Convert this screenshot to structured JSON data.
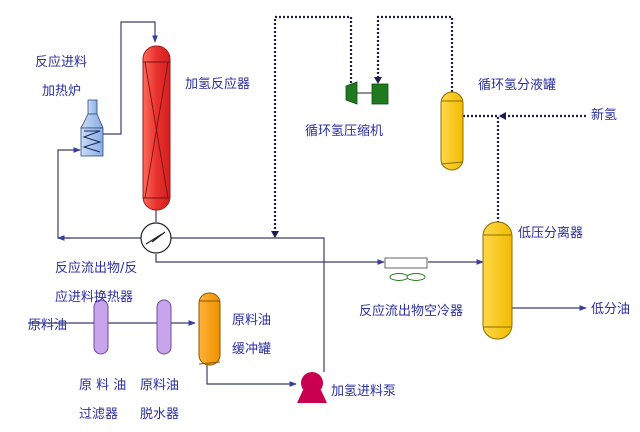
{
  "colors": {
    "text": "#2b2f9e",
    "line": "#3a3d6e",
    "reactor": "#e8322e",
    "furnace": "#9fc3ee",
    "compressor": "#1f7a1f",
    "knockout_drum": "#f6c300",
    "separator": "#f6c300",
    "filter": "#c9a3ec",
    "buffer_tank": "#f29a00",
    "pump": "#c8004f"
  },
  "labels": {
    "furnace_line1": "反应进料",
    "furnace_line2": "加热炉",
    "reactor": "加氢反应器",
    "compressor": "循环氢压缩机",
    "knockout_drum": "循环氢分液罐",
    "fresh_hydrogen": "新氢",
    "exchanger_line1": "反应流出物/反",
    "exchanger_line2": "应进料换热器",
    "air_cooler": "反应流出物空冷器",
    "lp_separator": "低压分离器",
    "lp_oil": "低分油",
    "feed_oil": "原料油",
    "filter_line1": "原 料 油",
    "filter_line2": "过滤器",
    "dehydrator_line1": "原料油",
    "dehydrator_line2": "脱水器",
    "buffer_line1": "原料油",
    "buffer_line2": "缓冲罐",
    "pump": "加氢进料泵"
  }
}
